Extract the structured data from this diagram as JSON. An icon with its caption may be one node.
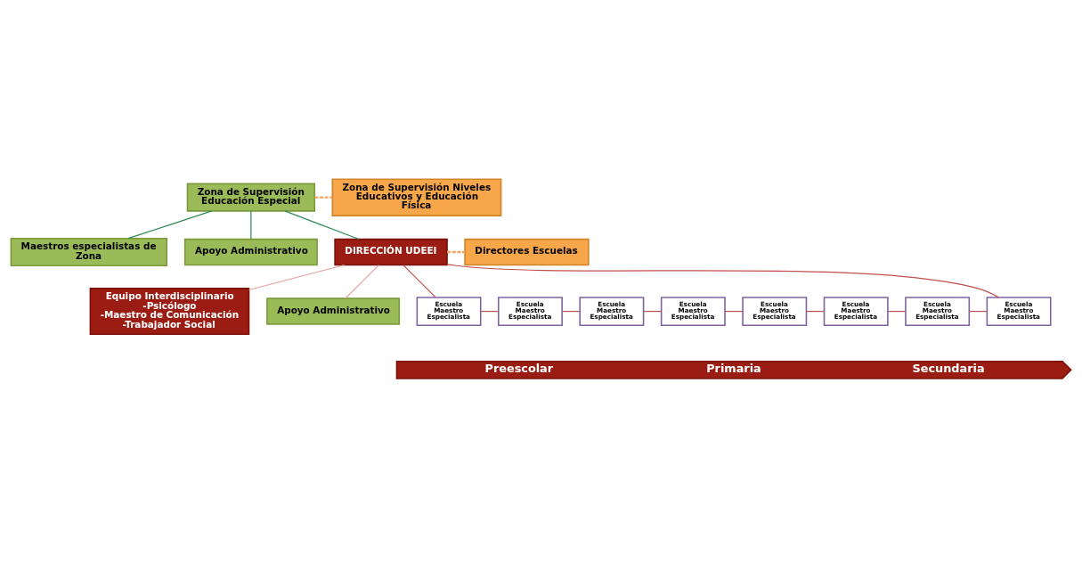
{
  "diagram": {
    "nodes": [
      {
        "text": [
          "Zona de Supervisión Educación Especial"
        ]
      },
      {
        "text": [
          "Zona de Supervisión Niveles Educativos y Educación Física"
        ]
      },
      {
        "text": [
          "Apoyo Administrativo"
        ]
      },
      {
        "text": [
          "Maestros especialistas de Zona"
        ]
      },
      {
        "text": [
          "DIRECCIÓN UDEEI"
        ]
      },
      {
        "text": [
          "Directores Escuelas"
        ]
      },
      {
        "text": [
          "Equipo Interdisciplinario",
          "-Psicólogo",
          "-Maestro de Comunicación",
          "-Trabajador Social"
        ]
      },
      {
        "text": [
          "Apoyo Administrativo"
        ]
      },
      {
        "text": [
          "Escuela Maestro Especialista"
        ]
      },
      {
        "text": [
          "Escuela Maestro Especialista"
        ]
      },
      {
        "text": [
          "Escuela Maestro Especialista"
        ]
      },
      {
        "text": [
          "Escuela Maestro Especialista"
        ]
      },
      {
        "text": [
          "Escuela Maestro Especialista"
        ]
      },
      {
        "text": [
          "Escuela Maestro Especialista"
        ]
      },
      {
        "text": [
          "Escuela Maestro Especialista"
        ]
      },
      {
        "text": [
          "Escuela Maestro Especialista"
        ]
      },
      {
        "text": [
          "Preescolar",
          "Primaria",
          "Secundaria"
        ]
      }
    ],
    "edges": [
      {
        "from": 0,
        "to": 1,
        "arrow": "none",
        "style": "dashed",
        "color": "#f4a460"
      },
      {
        "from": 0,
        "to": 2,
        "arrow": "none",
        "color": "#2e8b57"
      },
      {
        "from": 0,
        "to": 3,
        "arrow": "none",
        "color": "#2e8b57"
      },
      {
        "from": 0,
        "to": 4,
        "arrow": "none",
        "color": "#2e8b57"
      },
      {
        "from": 4,
        "to": 5,
        "arrow": "none",
        "style": "dashed",
        "color": "#f4a460"
      },
      {
        "from": 4,
        "to": 6,
        "arrow": "none",
        "color": "#e8a0a0"
      },
      {
        "from": 4,
        "to": 7,
        "arrow": "none",
        "color": "#e8a0a0"
      },
      {
        "from": 4,
        "to": 8,
        "arrow": "none"
      },
      {
        "from": 4,
        "to": 15,
        "arrow": "none"
      },
      {
        "from": 8,
        "to": 9,
        "arrow": "none"
      },
      {
        "from": 9,
        "to": 10,
        "arrow": "none"
      },
      {
        "from": 10,
        "to": 11,
        "arrow": "none"
      },
      {
        "from": 11,
        "to": 12,
        "arrow": "none"
      },
      {
        "from": 12,
        "to": 13,
        "arrow": "none"
      },
      {
        "from": 13,
        "to": 14,
        "arrow": "none"
      },
      {
        "from": 14,
        "to": 15,
        "arrow": "none"
      }
    ]
  }
}
